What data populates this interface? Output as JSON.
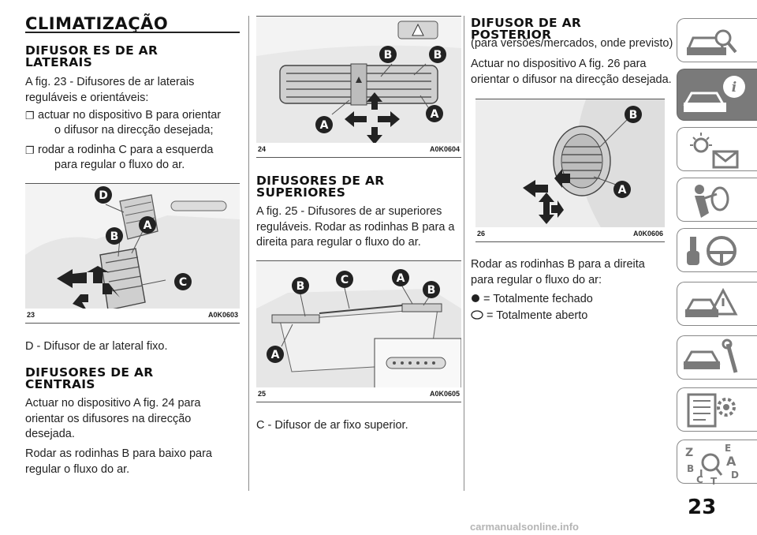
{
  "page_title": "CLIMATIZAÇÃO",
  "sections": {
    "laterais": {
      "heading_1": "DIFUSOR ES DE AR",
      "heading_2": "LATERAIS",
      "intro_1": "A fig. 23 - Difusores de ar laterais",
      "intro_2": "reguláveis e orientáveis:",
      "bullet_mark": "❐",
      "bullet1_line1": "actuar no dispositivo B para orientar",
      "bullet1_line2": "o difusor na direcção desejada;",
      "bullet2_line1": "rodar a rodinha C para a esquerda",
      "bullet2_line2": "para regular o fluxo do ar.",
      "legend": "D - Difusor de ar lateral fixo."
    },
    "centrais": {
      "heading_1": "DIFUSORES DE AR",
      "heading_2": "CENTRAIS",
      "p1_line1": "Actuar no dispositivo A fig. 24 para",
      "p1_line2": "orientar os difusores na direcção",
      "p1_line3": "desejada.",
      "p2_line1": "Rodar as rodinhas B para baixo para",
      "p2_line2": "regular o fluxo do ar."
    },
    "superiores": {
      "heading_1": "DIFUSORES DE AR",
      "heading_2": "SUPERIORES",
      "p1_line1": "A fig. 25 - Difusores de ar superiores",
      "p1_line2": "reguláveis. Rodar as rodinhas B para a",
      "p1_line3": "direita para regular o fluxo do ar.",
      "legend": "C - Difusor de ar fixo superior."
    },
    "posterior": {
      "heading_1": "DIFUSOR DE AR",
      "heading_2": "POSTERIOR",
      "note": "(para versões/mercados, onde previsto)",
      "p1_line1": "Actuar no dispositivo A fig. 26 para",
      "p1_line2": "orientar o difusor na direcção desejada.",
      "p2_line1": "Rodar as rodinhas B para a direita",
      "p2_line2": "para regular o fluxo do ar:",
      "closed": "= Totalmente fechado",
      "open": "= Totalmente aberto"
    }
  },
  "figures": {
    "fig23": {
      "number": "23",
      "code": "A0K0603",
      "labels": {
        "d": "D",
        "a": "A",
        "b": "B",
        "c": "C"
      }
    },
    "fig24": {
      "number": "24",
      "code": "A0K0604",
      "labels": {
        "b1": "B",
        "b2": "B",
        "a1": "A",
        "a2": "A"
      }
    },
    "fig25": {
      "number": "25",
      "code": "A0K0605",
      "labels": {
        "b1": "B",
        "c": "C",
        "a1": "A",
        "b2": "B",
        "a2": "A"
      }
    },
    "fig26": {
      "number": "26",
      "code": "A0K0606",
      "labels": {
        "b": "B",
        "a": "A"
      }
    }
  },
  "sidebar": {
    "tabs": [
      {
        "icon": "car-search-icon"
      },
      {
        "icon": "car-info-icon",
        "active": true
      },
      {
        "icon": "warning-lights-icon"
      },
      {
        "icon": "airbag-seat-icon"
      },
      {
        "icon": "key-steering-icon"
      },
      {
        "icon": "car-crash-icon"
      },
      {
        "icon": "car-service-icon"
      },
      {
        "icon": "specs-gear-icon"
      },
      {
        "icon": "index-letters-icon"
      }
    ],
    "index_letters": {
      "z": "Z",
      "e": "E",
      "a": "A",
      "b": "B",
      "c": "C",
      "t": "T",
      "d": "D",
      "i": "I"
    }
  },
  "page_number": "23",
  "watermark": "carmanualsonline.info",
  "colors": {
    "text": "#222222",
    "rule": "#222222",
    "tab_active": "#7a7a7a",
    "tab_border": "#888888"
  }
}
